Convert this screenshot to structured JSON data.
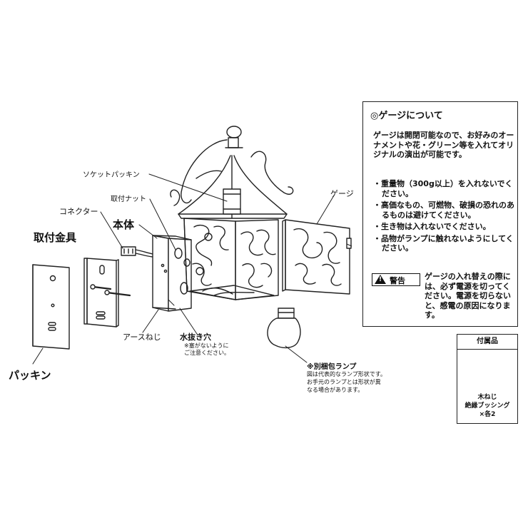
{
  "labels": {
    "socket_packing": "ソケットパッキン",
    "mount_nut": "取付ナット",
    "connector": "コネクター",
    "main_body": "本体",
    "mount_bracket": "取付金具",
    "gauge": "ゲージ",
    "earth_screw": "アースねじ",
    "drain_hole": "水抜き穴",
    "drain_note": [
      "※塞がないように",
      "ご注意ください。"
    ],
    "packing": "パッキン",
    "separate_lamp": "※別梱包ランプ",
    "lamp_note": [
      "図は代表的なランプ形状です。",
      "お手元のランプとは形状が異",
      "なる場合があります。"
    ]
  },
  "notice": {
    "title": "◎ゲージについて",
    "paragraph": "ゲージは開閉可能なので、お好みのオーナメントや花・グリーン等を入れてオリジナルの演出が可能です。",
    "items": [
      "・重量物（300g以上）を入れないでください。",
      "・高価なもの、可燃物、破損の恐れのあるものは避けてください。",
      "・生き物は入れないでください。",
      "・品物がランプに触れないようにしてください。"
    ],
    "warning_badge": "警告",
    "warning_symbol": "!",
    "warning_text": "ゲージの入れ替えの際には、必ず電源を切ってください。電源を切らないと、感電の原因になります。"
  },
  "accessories": {
    "title": "付属品",
    "item1": "木ねじ",
    "item2": "絶縁ブッシング",
    "qty": "×各2"
  }
}
